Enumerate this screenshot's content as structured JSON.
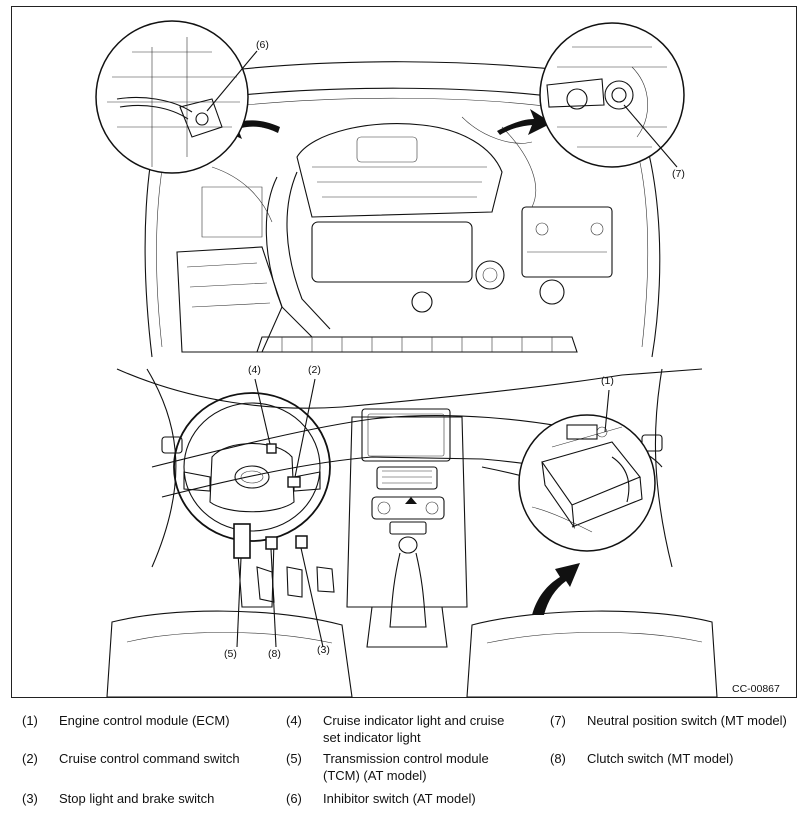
{
  "figure": {
    "code": "CC-00867",
    "callouts": {
      "c1": "(1)",
      "c2": "(2)",
      "c3": "(3)",
      "c4": "(4)",
      "c5": "(5)",
      "c6": "(6)",
      "c7": "(7)",
      "c8": "(8)"
    }
  },
  "legend": [
    {
      "num": "(1)",
      "text": "Engine control module (ECM)"
    },
    {
      "num": "(2)",
      "text": "Cruise control command switch"
    },
    {
      "num": "(3)",
      "text": "Stop light and brake switch"
    },
    {
      "num": "(4)",
      "text": "Cruise indicator light and cruise set indicator light"
    },
    {
      "num": "(5)",
      "text": "Transmission control module (TCM) (AT model)"
    },
    {
      "num": "(6)",
      "text": "Inhibitor switch (AT model)"
    },
    {
      "num": "(7)",
      "text": "Neutral position switch (MT model)"
    },
    {
      "num": "(8)",
      "text": "Clutch switch (MT model)"
    }
  ]
}
